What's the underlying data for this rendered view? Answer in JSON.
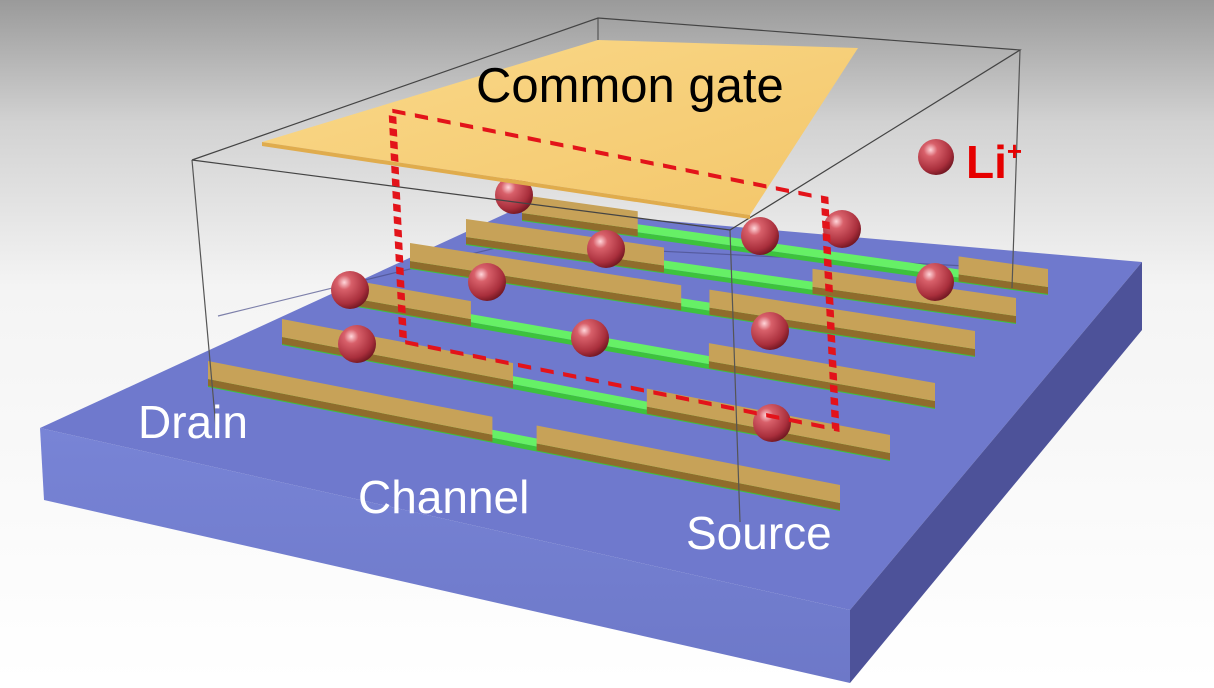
{
  "labels": {
    "title": "Common gate",
    "ion": "Li",
    "ion_charge": "+",
    "drain": "Drain",
    "channel": "Channel",
    "source": "Source"
  },
  "colors": {
    "substrate_top": "#6f79cd",
    "substrate_front": "#7784d8",
    "substrate_side": "#4d5299",
    "gate": "#f7d27a",
    "electrode": "#c7a258",
    "channel": "#66f066",
    "ion": "#b8404a",
    "highlight_box": "#e3131a",
    "ion_label": "#e60000"
  }
}
